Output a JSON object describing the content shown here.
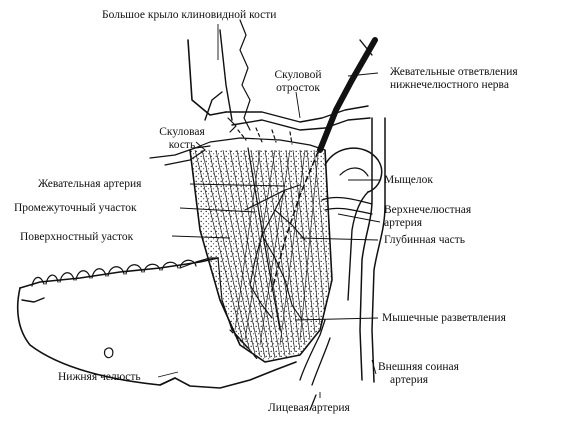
{
  "labels": {
    "greater_wing": "Большое крыло клиновидной кости",
    "zygomatic_process_1": "Скуловой",
    "zygomatic_process_2": "отросток",
    "masseteric_branches_1": "Жевательные ответвления",
    "masseteric_branches_2": "нижнечелюстного нерва",
    "zygomatic_bone_1": "Скуловая",
    "zygomatic_bone_2": "кость",
    "masseteric_artery": "Жевательная артерия",
    "condyle": "Мыщелок",
    "intermediate_part": "Промежуточный участок",
    "maxillary_artery_1": "Верхнечелюстная",
    "maxillary_artery_2": "артерия",
    "superficial_part": "Поверхностный уасток",
    "deep_part": "Глубинная часть",
    "muscle_branches": "Мышечные  разветвления",
    "mandible": "Нижняя челюсть",
    "external_carotid_1": "Внешняя соиная",
    "external_carotid_2": "артерия",
    "facial_artery": "Лицевая артерия"
  }
}
